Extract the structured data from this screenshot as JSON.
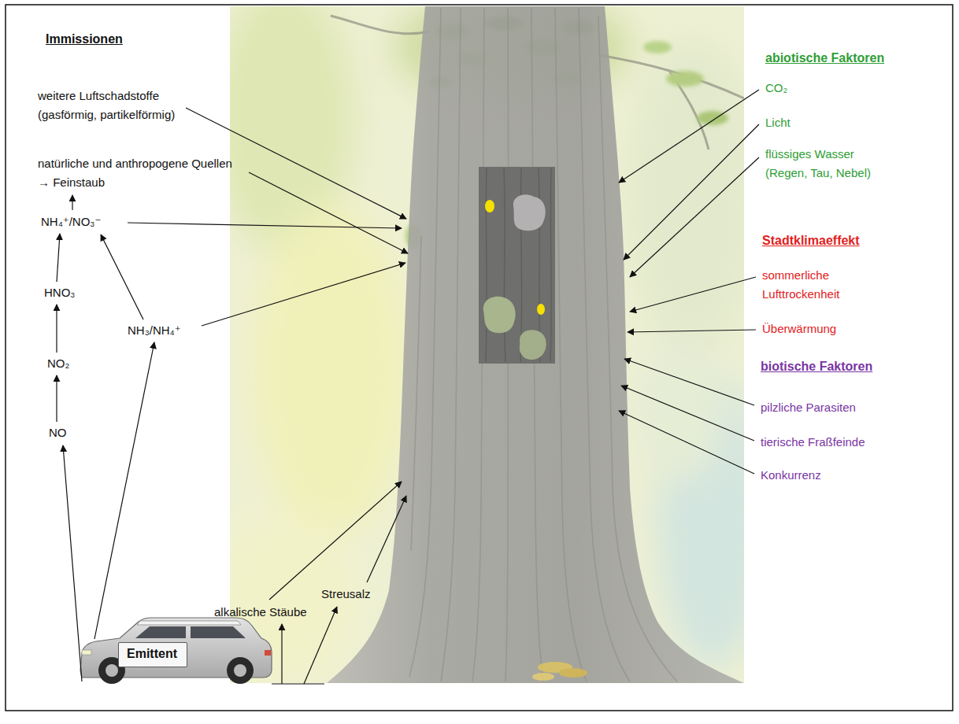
{
  "diagram": {
    "nodes": [
      {
        "text": [
          "Emittent"
        ]
      }
    ],
    "labels": [
      "Immissionen",
      "weitere Luftschadstoffe (gasförmig, partikelförmig)",
      "natürliche und anthropogene Quellen → Feinstaub",
      "NH₄⁺/NO₃⁻",
      "HNO₃",
      "NH₃/NH₄⁺",
      "NO₂",
      "NO",
      "alkalische Stäube",
      "Streusalz",
      "abiotische Faktoren",
      "CO₂",
      "Licht",
      "flüssiges Wasser (Regen, Tau, Nebel)",
      "Stadtklimaeffekt",
      "sommerliche Lufttrockenheit",
      "Überwärmung",
      "biotische Faktoren",
      "pilzliche Parasiten",
      "tierische Fraßfeinde",
      "Konkurrenz"
    ]
  }
}
